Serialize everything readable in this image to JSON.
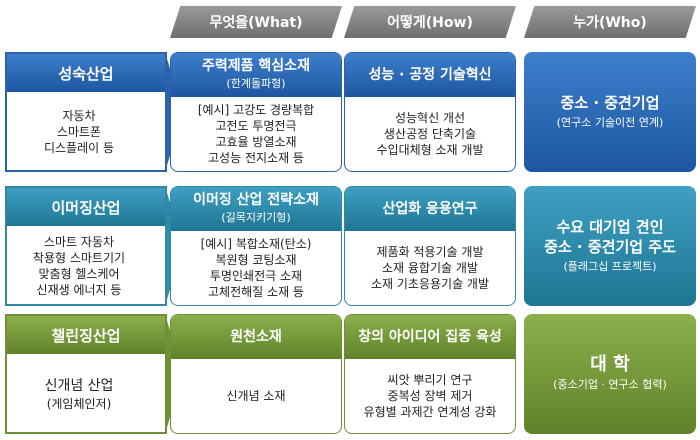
{
  "headers": {
    "what": "무엇을(What)",
    "how": "어떻게(How)",
    "who": "누가(Who)"
  },
  "rows": [
    {
      "label": "성숙산업",
      "items": [
        "자동차",
        "스마트폰",
        "디스플레이 등"
      ],
      "what_title": "주력제품 핵심소재",
      "what_sub": "(한계돌파형)",
      "what_items": [
        "[예시] 고강도 경량복합",
        "고전도 투명전극",
        "고효율 방열소재",
        "고성능 전지소재 등"
      ],
      "how_title": "성능 · 공정 기술혁신",
      "how_items": [
        "성능혁신 개선",
        "생산공정 단축기술",
        "수입대체형 소재 개발"
      ],
      "who_main": [
        "중소 · 중견기업"
      ],
      "who_sub": "(연구소 기술이전 연계)"
    },
    {
      "label": "이머징산업",
      "items": [
        "스마트 자동차",
        "착용형 스마트기기",
        "맞춤형 헬스케어",
        "신재생 에너지 등"
      ],
      "what_title": "이머징 산업 전략소재",
      "what_sub": "(길목지키기형)",
      "what_items": [
        "[예시] 복합소재(탄소)",
        "복원형 코팅소재",
        "투명인쇄전극 소재",
        "고체전해질 소재 등"
      ],
      "how_title": "산업화 응용연구",
      "how_items": [
        "제품화 적용기술 개발",
        "소재 융합기술 개발",
        "소재 기초응용기술 개발"
      ],
      "who_main": [
        "수요 대기업 견인",
        "중소 · 중견기업 주도"
      ],
      "who_sub": "(플래그십 프로젝트)"
    },
    {
      "label": "챌린징산업",
      "items": [
        "신개념 산업",
        "(게임체인저)"
      ],
      "what_title": "원천소재",
      "what_sub": "",
      "what_items": [
        "신개념 소재"
      ],
      "how_title": "창의 아이디어 집중 육성",
      "how_items": [
        "씨앗 뿌리기 연구",
        "중복성 장벽 제거",
        "유형별 과제간 연계성 강화"
      ],
      "who_main": [
        "대 학"
      ],
      "who_sub": "(중소기업 · 연구소 협력)"
    }
  ]
}
